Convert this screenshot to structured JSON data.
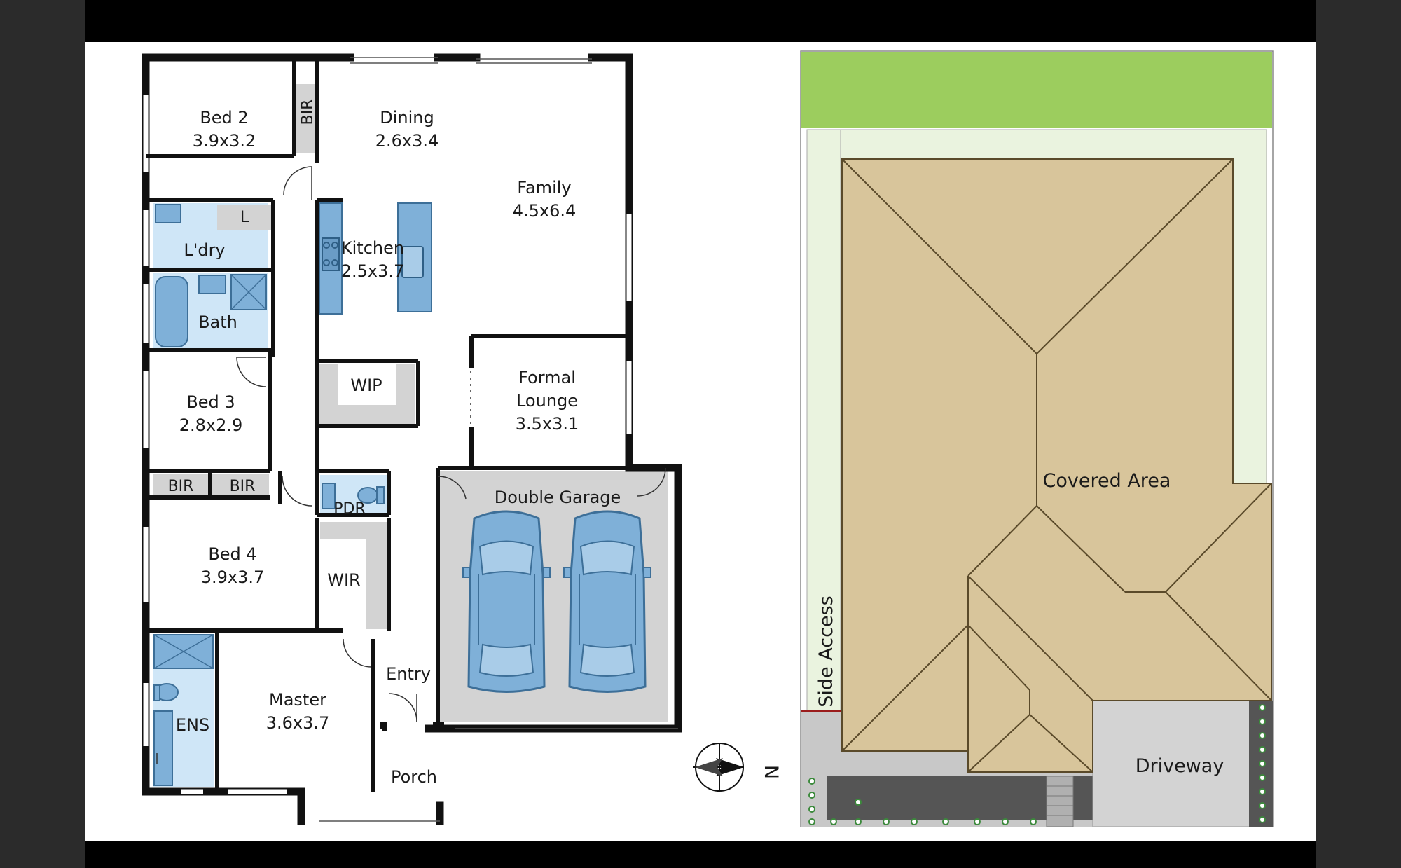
{
  "floor_plan": {
    "rooms": {
      "bed2": {
        "name": "Bed 2",
        "size": "3.9x3.2"
      },
      "bir_top": {
        "name": "BIR"
      },
      "dining": {
        "name": "Dining",
        "size": "2.6x3.4"
      },
      "family": {
        "name": "Family",
        "size": "4.5x6.4"
      },
      "laundry": {
        "name": "L'dry",
        "linen": "L"
      },
      "kitchen": {
        "name": "Kitchen",
        "size": "2.5x3.7"
      },
      "bath": {
        "name": "Bath"
      },
      "wip": {
        "name": "WIP"
      },
      "bed3": {
        "name": "Bed 3",
        "size": "2.8x2.9"
      },
      "formal_lounge": {
        "name1": "Formal",
        "name2": "Lounge",
        "size": "3.5x3.1"
      },
      "bir_left": {
        "name": "BIR"
      },
      "bir_right": {
        "name": "BIR"
      },
      "pdr": {
        "name": "PDR"
      },
      "double_garage": {
        "name": "Double Garage"
      },
      "bed4": {
        "name": "Bed 4",
        "size": "3.9x3.7"
      },
      "wir": {
        "name": "WIR"
      },
      "entry": {
        "name": "Entry"
      },
      "ens": {
        "name": "ENS"
      },
      "master": {
        "name": "Master",
        "size": "3.6x3.7"
      },
      "porch": {
        "name": "Porch"
      }
    },
    "compass": {
      "north_label": "N",
      "icon": "compass-icon"
    }
  },
  "site_plan": {
    "covered_area": "Covered Area",
    "side_access": "Side Access",
    "driveway": "Driveway"
  },
  "colors": {
    "wall": "#111111",
    "fixture_blue": "#7fb0d8",
    "wet_area": "#cfe6f7",
    "grey_area": "#d3d3d3",
    "roof": "#d8c59b",
    "lawn": "#9ccd5e",
    "side_path": "#eaf3df"
  }
}
